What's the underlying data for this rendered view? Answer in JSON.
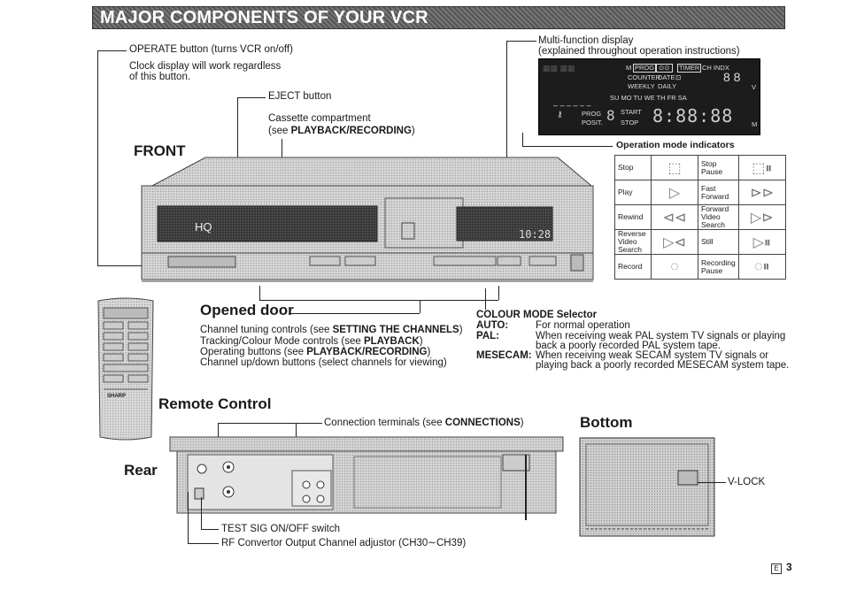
{
  "title": "MAJOR COMPONENTS OF YOUR VCR",
  "front_heading": "FRONT",
  "operate": {
    "line1": "OPERATE button (turns VCR on/off)",
    "line2": "Clock display will work regardless",
    "line3": "of this button."
  },
  "eject": "EJECT button",
  "cassette": {
    "line1": "Cassette compartment",
    "line2_prefix": "(see ",
    "line2_bold": "PLAYBACK/RECORDING",
    "line2_suffix": ")"
  },
  "multifunction": {
    "line1": "Multi-function display",
    "line2": "(explained throughout operation instructions)"
  },
  "display": {
    "prog_box": "PROG",
    "timer_box": "TIMER",
    "ch_indx": "CH INDX",
    "m": "M",
    "counter": "COUNTER",
    "date": "DATE",
    "weekly": "WEEKLY",
    "daily": "DAILY",
    "days": "SU MO TU WE TH FR SA",
    "prog": "PROG",
    "posit": "POSIT.",
    "start": "START",
    "stop": "STOP",
    "digits": "8:88:88",
    "small_digit": "8",
    "suffix_v": "V",
    "suffix_m": "M"
  },
  "opmode": {
    "heading": "Operation mode indicators",
    "rows": [
      {
        "left": "Stop",
        "right": "Stop Pause"
      },
      {
        "left": "Play",
        "right": "Fast Forward"
      },
      {
        "left": "Rewind",
        "right": "Forward Video Search"
      },
      {
        "left": "Reverse Video Search",
        "right": "Still"
      },
      {
        "left": "Record",
        "right": "Recording Pause"
      }
    ]
  },
  "vcr_front": {
    "hq": "HQ",
    "clock": "10:28"
  },
  "opened_door": {
    "heading": "Opened door",
    "line1_prefix": "Channel tuning controls (see ",
    "line1_bold": "SETTING THE CHANNELS",
    "line1_suffix": ")",
    "line2_prefix": "Tracking/Colour Mode controls (see ",
    "line2_bold": "PLAYBACK",
    "line2_suffix": ")",
    "line3_prefix": "Operating buttons (see ",
    "line3_bold": "PLAYBACK/RECORDING",
    "line3_suffix": ")",
    "line4": "Channel up/down buttons (select channels for viewing)"
  },
  "colour_mode": {
    "heading": "COLOUR MODE Selector",
    "auto_label": "AUTO:",
    "auto_text": "For normal operation",
    "pal_label": "PAL:",
    "pal_text1": "When receiving weak PAL system TV signals or playing",
    "pal_text2": "back a poorly recorded PAL system tape.",
    "mesecam_label": "MESECAM:",
    "mesecam_text1": "When receiving weak SECAM system TV signals or",
    "mesecam_text2": "playing back a poorly recorded MESECAM system tape."
  },
  "remote": {
    "heading": "Remote Control",
    "brand": "SHARP"
  },
  "connection": {
    "prefix": "Connection terminals (see ",
    "bold": "CONNECTIONS",
    "suffix": ")"
  },
  "rear_heading": "Rear",
  "bottom_heading": "Bottom",
  "vlock": "V-LOCK",
  "testsig": "TEST SIG ON/OFF switch",
  "rfconv": "RF Convertor Output Channel adjustor (CH30∼CH39)",
  "page": {
    "badge": "E",
    "number": "3"
  }
}
